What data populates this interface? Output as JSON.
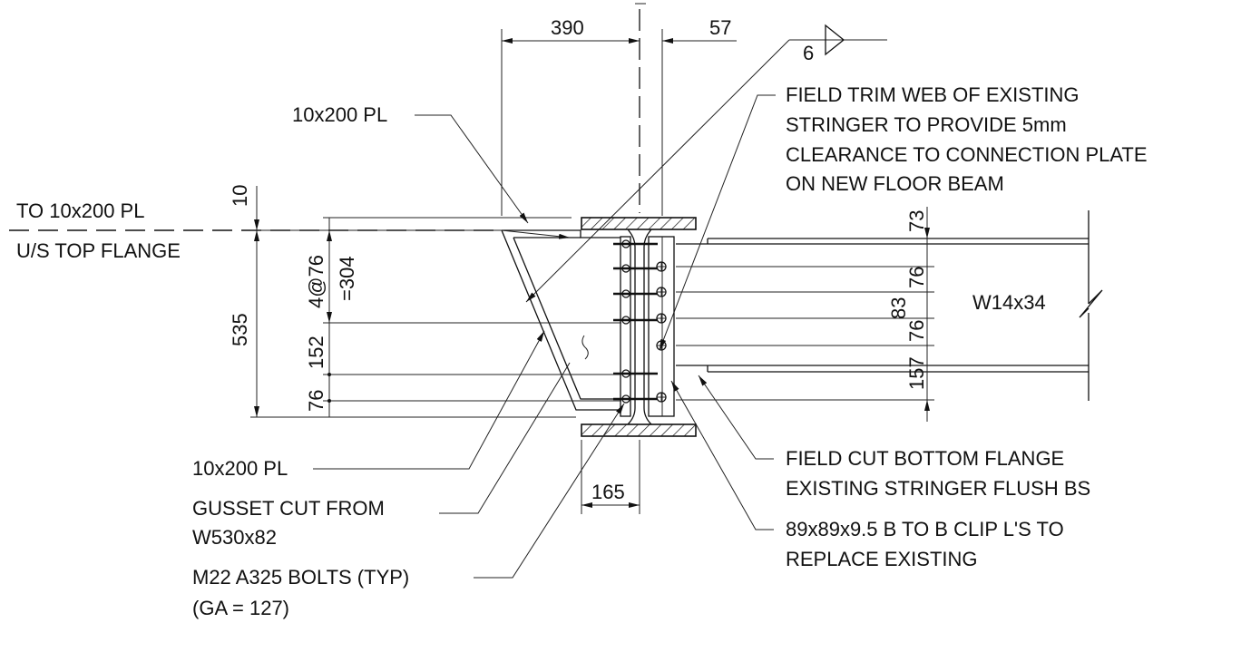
{
  "dimensions": {
    "d390": "390",
    "d57": "57",
    "d10": "10",
    "d4at76": "4@76",
    "d304": "=304",
    "d535": "535",
    "d152": "152",
    "d76left": "76",
    "d165": "165",
    "d73": "73",
    "d76a": "76",
    "d83": "83",
    "d76b": "76",
    "d157": "157"
  },
  "weld": {
    "size": "6"
  },
  "labels": {
    "pl_top": "10x200 PL",
    "to_pl": "TO 10x200 PL",
    "us_flange": "U/S TOP FLANGE",
    "pl_bottom": "10x200 PL",
    "gusset_1": "GUSSET CUT FROM",
    "gusset_2": "W530x82",
    "bolts_1": "M22 A325 BOLTS (TYP)",
    "bolts_2": "(GA = 127)",
    "trim_1": "FIELD TRIM WEB OF EXISTING",
    "trim_2": "STRINGER TO PROVIDE 5mm",
    "trim_3": "CLEARANCE TO CONNECTION PLATE",
    "trim_4": "ON NEW FLOOR BEAM",
    "stringer": "W14x34",
    "cut_1": "FIELD CUT BOTTOM FLANGE",
    "cut_2": "EXISTING STRINGER FLUSH BS",
    "clip_1": "89x89x9.5 B TO B CLIP L'S TO",
    "clip_2": "REPLACE EXISTING"
  }
}
